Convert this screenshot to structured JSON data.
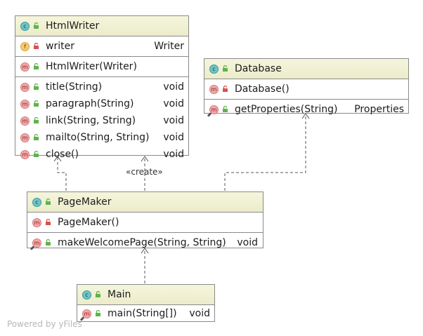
{
  "classes": {
    "htmlwriter": {
      "name": "HtmlWriter",
      "fields": [
        {
          "name": "writer",
          "type": "Writer",
          "kind": "f",
          "visibility": "private"
        }
      ],
      "constructors": [
        {
          "name": "HtmlWriter(Writer)",
          "kind": "m",
          "visibility": "public"
        }
      ],
      "methods": [
        {
          "name": "title(String)",
          "type": "void",
          "kind": "m",
          "visibility": "public"
        },
        {
          "name": "paragraph(String)",
          "type": "void",
          "kind": "m",
          "visibility": "public"
        },
        {
          "name": "link(String, String)",
          "type": "void",
          "kind": "m",
          "visibility": "public"
        },
        {
          "name": "mailto(String, String)",
          "type": "void",
          "kind": "m",
          "visibility": "public"
        },
        {
          "name": "close()",
          "type": "void",
          "kind": "m",
          "visibility": "public"
        }
      ]
    },
    "database": {
      "name": "Database",
      "constructors": [
        {
          "name": "Database()",
          "kind": "m",
          "visibility": "private"
        }
      ],
      "methods": [
        {
          "name": "getProperties(String)",
          "type": "Properties",
          "kind": "m",
          "static": true,
          "visibility": "public"
        }
      ]
    },
    "pagemaker": {
      "name": "PageMaker",
      "constructors": [
        {
          "name": "PageMaker()",
          "kind": "m",
          "visibility": "private"
        }
      ],
      "methods": [
        {
          "name": "makeWelcomePage(String, String)",
          "type": "void",
          "kind": "m",
          "static": true,
          "visibility": "public"
        }
      ]
    },
    "main": {
      "name": "Main",
      "methods": [
        {
          "name": "main(String[])",
          "type": "void",
          "kind": "m",
          "static": true,
          "visibility": "public"
        }
      ]
    }
  },
  "badges": {
    "class": "c",
    "method": "m",
    "field": "f"
  },
  "relations": {
    "create_label": "«create»"
  },
  "watermark": "Powered by yFiles",
  "colors": {
    "header_bg": "#f0f0d0",
    "border": "#8a8a8a",
    "class_badge": "#6ec5c5",
    "method_badge": "#f3a8a8",
    "field_badge": "#f6c96f",
    "public_vis": "#5fb34a",
    "private_vis": "#d9534f"
  }
}
